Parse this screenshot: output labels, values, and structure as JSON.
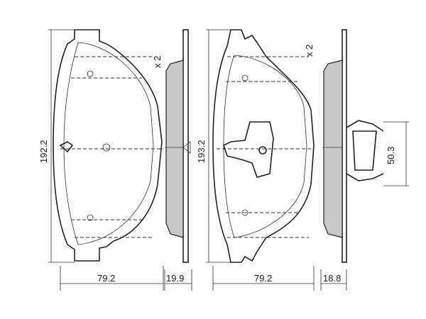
{
  "left_pad": {
    "height": "192.2",
    "width": "79.2",
    "thickness": "19.9",
    "quantity": "x 2"
  },
  "right_pad": {
    "height": "193.2",
    "width": "79.2",
    "thickness": "18.8",
    "quantity": "x 2",
    "clip_height": "50.3"
  },
  "colors": {
    "friction_material": "#c9c9c9",
    "line": "#222222"
  }
}
